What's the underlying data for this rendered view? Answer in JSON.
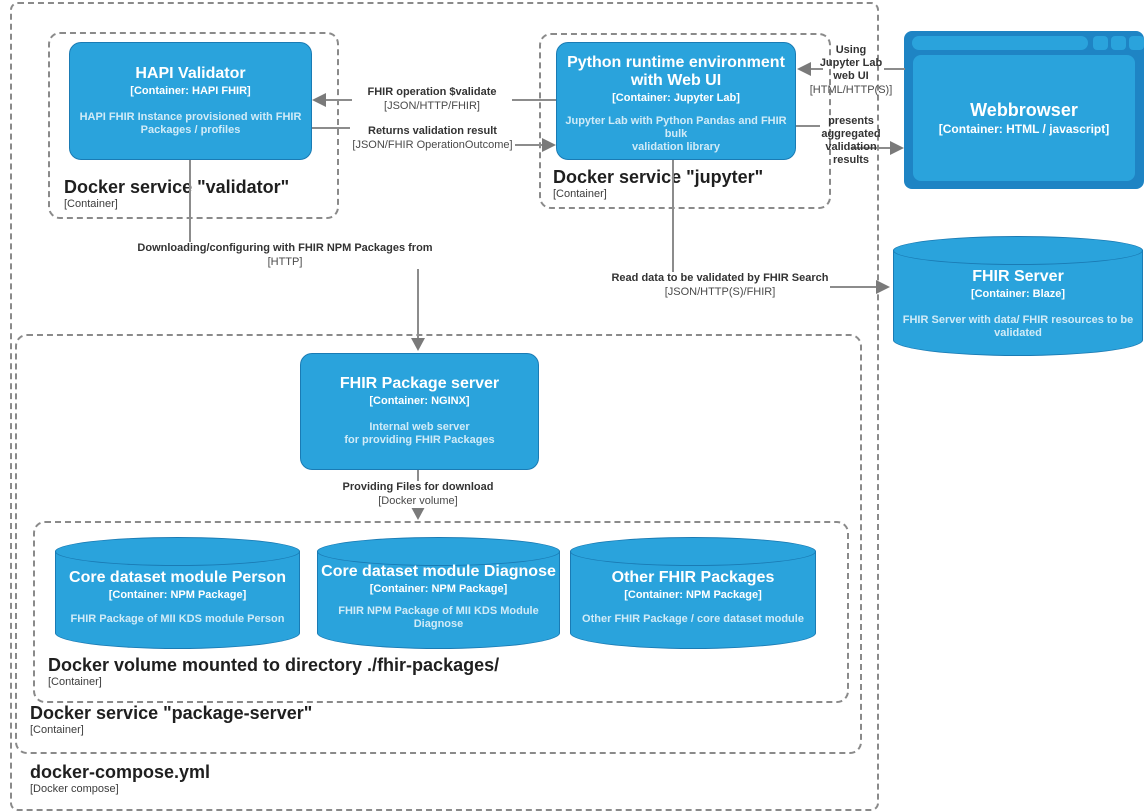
{
  "colors": {
    "node_fill": "#2AA3DC",
    "node_border": "#1A7BB4",
    "browser_frame": "#1E84C4",
    "dashed_border": "#8A8A8A",
    "connector": "#8C8C8C"
  },
  "outer_group": {
    "title": "docker-compose.yml",
    "type_label": "[Docker compose]"
  },
  "groups": {
    "validator": {
      "title": "Docker service \"validator\"",
      "type_label": "[Container]"
    },
    "jupyter": {
      "title": "Docker service \"jupyter\"",
      "type_label": "[Container]"
    },
    "package_server": {
      "title": "Docker service \"package-server\"",
      "type_label": "[Container]"
    },
    "volume": {
      "title": "Docker volume mounted to directory ./fhir-packages/",
      "type_label": "[Container]"
    }
  },
  "nodes": {
    "hapi_validator": {
      "title": "HAPI Validator",
      "subtitle": "[Container: HAPI FHIR]",
      "description": "HAPI FHIR Instance provisioned with FHIR\nPackages / profiles"
    },
    "python_runtime": {
      "title": "Python runtime environment\nwith Web UI",
      "subtitle": "[Container: Jupyter Lab]",
      "description": "Jupyter Lab with Python Pandas and FHIR bulk\nvalidation library"
    },
    "webbrowser": {
      "title": "Webbrowser",
      "subtitle": "[Container: HTML / javascript]"
    },
    "fhir_server": {
      "title": "FHIR Server",
      "subtitle": "[Container: Blaze]",
      "description": "FHIR Server with data/ FHIR resources to be\nvalidated"
    },
    "fhir_package_server": {
      "title": "FHIR Package server",
      "subtitle": "[Container: NGINX]",
      "description": "Internal web server\nfor providing FHIR Packages"
    },
    "core_person": {
      "title": "Core dataset module Person",
      "subtitle": "[Container: NPM Package]",
      "description": "FHIR Package of MII KDS module Person"
    },
    "core_diagnose": {
      "title": "Core dataset module Diagnose",
      "subtitle": "[Container: NPM Package]",
      "description": "FHIR NPM Package of MII KDS Module\nDiagnose"
    },
    "other_packages": {
      "title": "Other FHIR Packages",
      "subtitle": "[Container: NPM Package]",
      "description": "Other FHIR Package / core dataset module"
    }
  },
  "edges": {
    "validate": {
      "label": "FHIR operation $validate",
      "tech": "[JSON/HTTP/FHIR]"
    },
    "returns": {
      "label": "Returns validation result",
      "tech": "[JSON/FHIR OperationOutcome]"
    },
    "using_ui": {
      "label": "Using\nJupyter Lab\nweb UI",
      "tech": "[HTML/HTTP(S)]"
    },
    "presents": {
      "label": "presents\naggregated\nvalidation\nresults"
    },
    "download": {
      "label": "Downloading/configuring with FHIR NPM Packages from",
      "tech": "[HTTP]"
    },
    "read_data": {
      "label": "Read data to be validated by FHIR Search",
      "tech": "[JSON/HTTP(S)/FHIR]"
    },
    "providing": {
      "label": "Providing Files for download",
      "tech": "[Docker volume]"
    }
  }
}
